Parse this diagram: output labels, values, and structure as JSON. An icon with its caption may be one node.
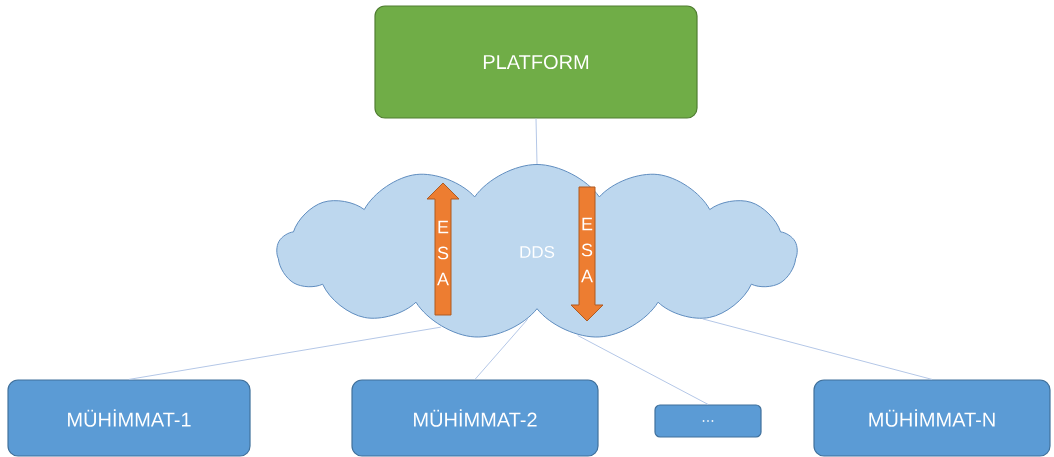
{
  "diagram": {
    "nodes": [
      {
        "text": [
          "PLATFORM"
        ]
      },
      {
        "text": [
          "DDS"
        ]
      },
      {
        "text": [
          "E S A"
        ],
        "in": 1
      },
      {
        "text": [
          "E S A"
        ],
        "in": 1
      },
      {
        "text": [
          "MÜHİMMAT-1"
        ]
      },
      {
        "text": [
          "MÜHİMMAT-2"
        ]
      },
      {
        "text": [
          "..."
        ]
      },
      {
        "text": [
          "MÜHİMMAT-N"
        ]
      }
    ],
    "edges": [
      {
        "from": 0,
        "to": 1,
        "arrow": "none"
      },
      {
        "from": 1,
        "to": 4,
        "arrow": "none"
      },
      {
        "from": 1,
        "to": 5,
        "arrow": "none"
      },
      {
        "from": 1,
        "to": 6,
        "arrow": "none"
      },
      {
        "from": 1,
        "to": 7,
        "arrow": "none"
      }
    ]
  }
}
